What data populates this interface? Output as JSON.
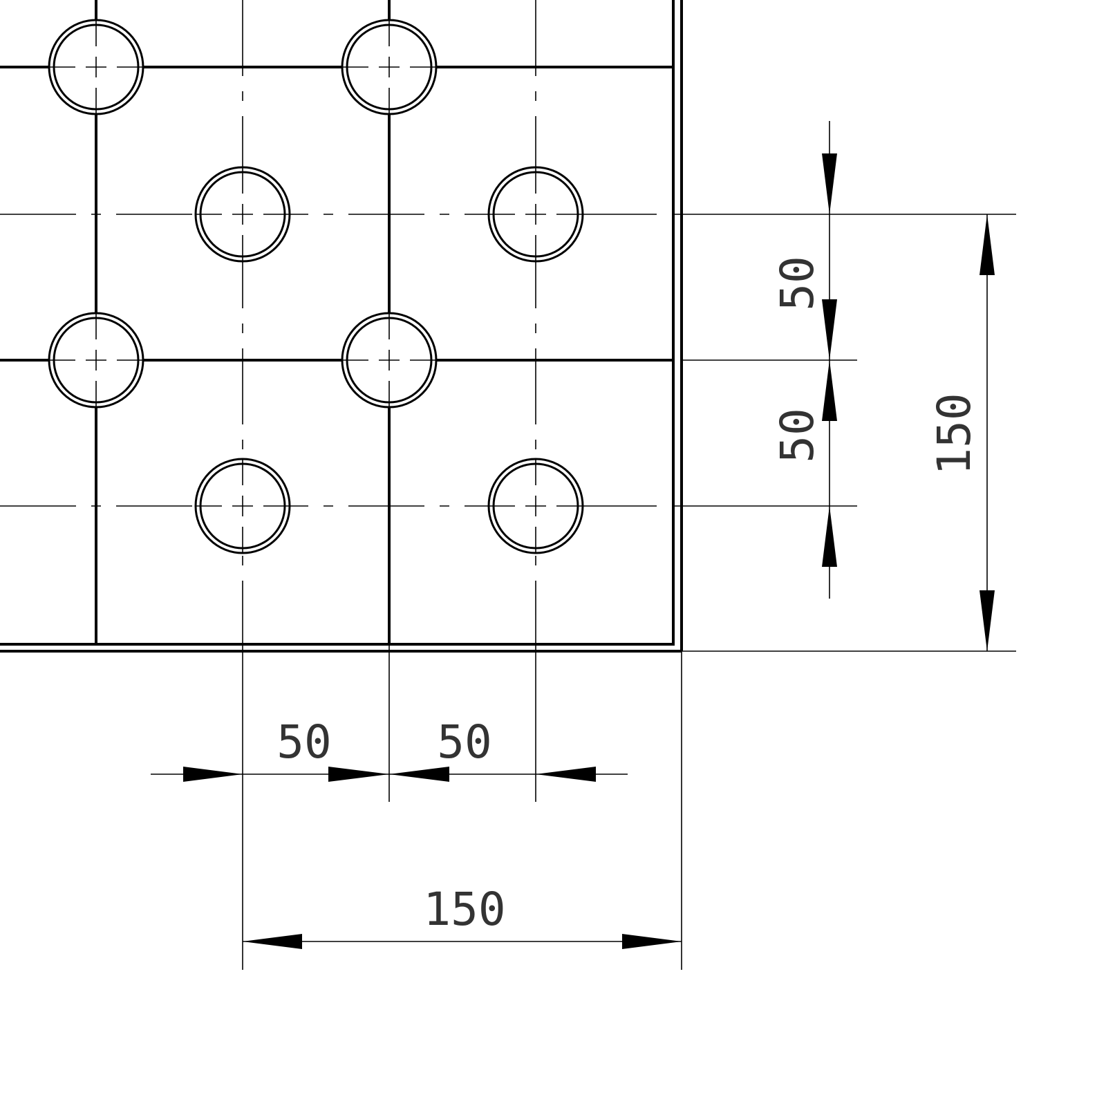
{
  "drawing": {
    "hole_grid": {
      "columns": 2,
      "rows": 2,
      "staggered": true
    },
    "dimensions": {
      "horizontal_pitch_1": "50",
      "horizontal_pitch_2": "50",
      "horizontal_total": "150",
      "vertical_pitch_1": "50",
      "vertical_pitch_2": "50",
      "vertical_total": "150"
    }
  }
}
